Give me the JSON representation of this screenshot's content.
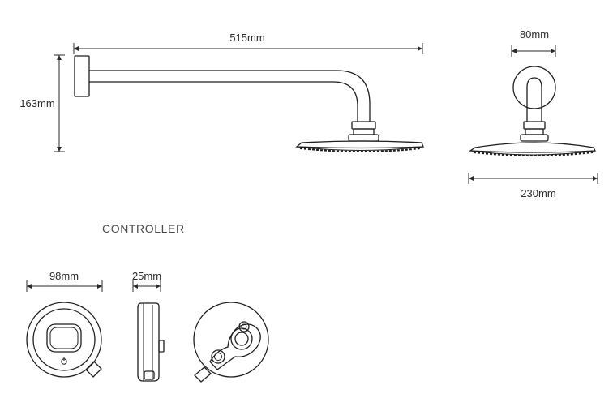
{
  "dimensions": {
    "arm_length": "515mm",
    "drop_height": "163mm",
    "wall_plate_diameter": "80mm",
    "head_diameter": "230mm",
    "controller_diameter": "98mm",
    "controller_depth": "25mm"
  },
  "section_title": "CONTROLLER"
}
